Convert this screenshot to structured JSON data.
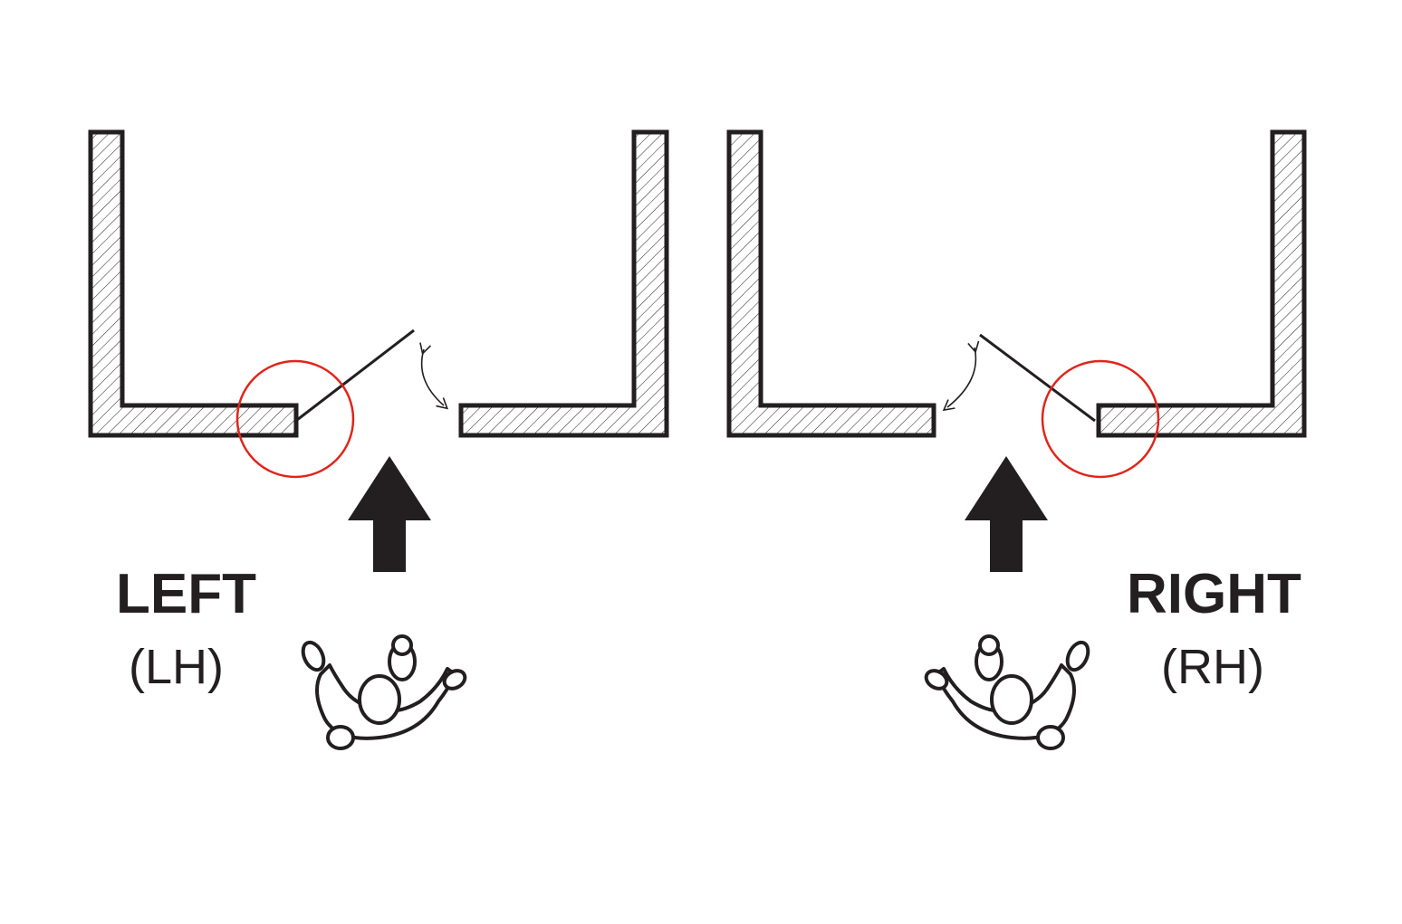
{
  "left": {
    "title": "LEFT",
    "code": "(LH)"
  },
  "right": {
    "title": "RIGHT",
    "code": "(RH)"
  },
  "colors": {
    "wall_stroke": "#231f20",
    "highlight": "#e1251b",
    "arrow": "#231f20",
    "hatch": "#231f20"
  },
  "icons": [
    "wall-plan",
    "door-leaf",
    "hinge-highlight-circle",
    "swing-arrow",
    "entry-arrow",
    "person-topview"
  ]
}
